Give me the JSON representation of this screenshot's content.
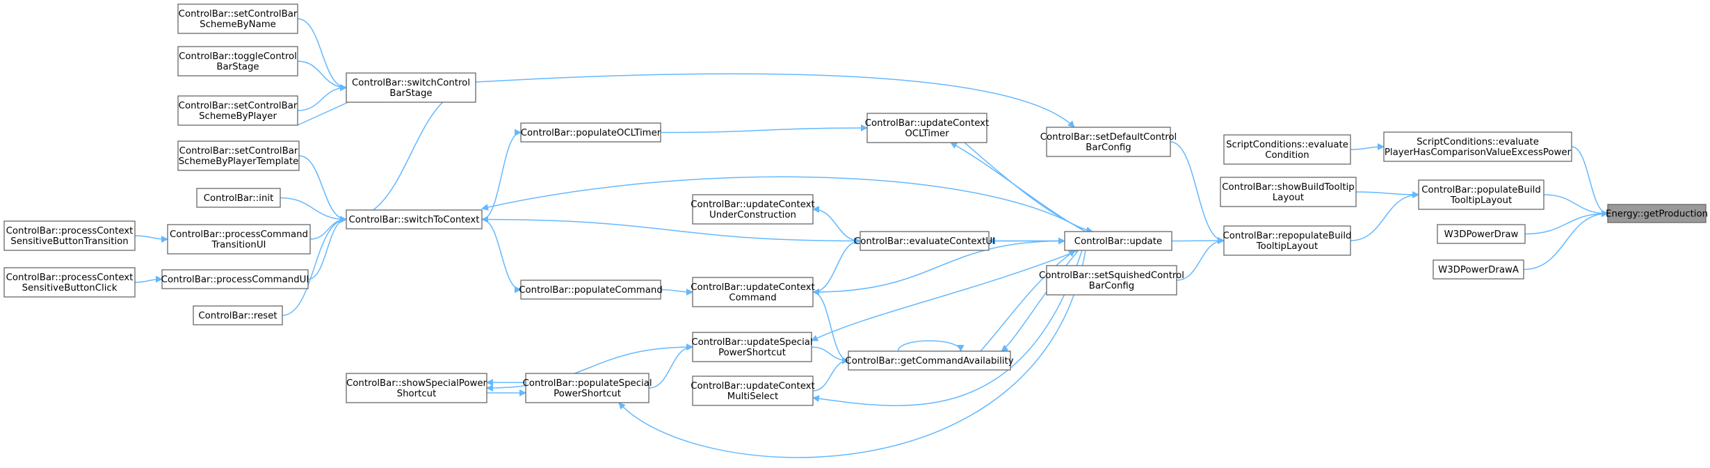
{
  "diagram": {
    "type": "call-graph",
    "edge_color": "#63b8ff",
    "root_fill": "#999999",
    "root_node": "getproduction",
    "nodes": [
      {
        "id": "getproduction",
        "lines": [
          "Energy::getProduction"
        ]
      },
      {
        "id": "evalplayercomp",
        "lines": [
          "ScriptConditions::evaluate",
          "PlayerHasComparisonValueExcessPower"
        ]
      },
      {
        "id": "evalcond",
        "lines": [
          "ScriptConditions::evaluate",
          "Condition"
        ]
      },
      {
        "id": "populatebuild",
        "lines": [
          "ControlBar::populateBuild",
          "TooltipLayout"
        ]
      },
      {
        "id": "showbuild",
        "lines": [
          "ControlBar::showBuildTooltip",
          "Layout"
        ]
      },
      {
        "id": "repopbuild",
        "lines": [
          "ControlBar::repopulateBuild",
          "TooltipLayout"
        ]
      },
      {
        "id": "w3dpd",
        "lines": [
          "W3DPowerDraw"
        ]
      },
      {
        "id": "w3dpda",
        "lines": [
          "W3DPowerDrawA"
        ]
      },
      {
        "id": "update",
        "lines": [
          "ControlBar::update"
        ]
      },
      {
        "id": "setdefault",
        "lines": [
          "ControlBar::setDefaultControl",
          "BarConfig"
        ]
      },
      {
        "id": "setsquished",
        "lines": [
          "ControlBar::setSquishedControl",
          "BarConfig"
        ]
      },
      {
        "id": "updocltimer",
        "lines": [
          "ControlBar::updateContext",
          "OCLTimer"
        ]
      },
      {
        "id": "popocltimer",
        "lines": [
          "ControlBar::populateOCLTimer"
        ]
      },
      {
        "id": "upduc",
        "lines": [
          "ControlBar::updateContext",
          "UnderConstruction"
        ]
      },
      {
        "id": "evalctx",
        "lines": [
          "ControlBar::evaluateContextUI"
        ]
      },
      {
        "id": "updcmd",
        "lines": [
          "ControlBar::updateContext",
          "Command"
        ]
      },
      {
        "id": "popcmd",
        "lines": [
          "ControlBar::populateCommand"
        ]
      },
      {
        "id": "updsps",
        "lines": [
          "ControlBar::updateSpecial",
          "PowerShortcut"
        ]
      },
      {
        "id": "getcmdavail",
        "lines": [
          "ControlBar::getCommandAvailability"
        ]
      },
      {
        "id": "updms",
        "lines": [
          "ControlBar::updateContext",
          "MultiSelect"
        ]
      },
      {
        "id": "popsps",
        "lines": [
          "ControlBar::populateSpecial",
          "PowerShortcut"
        ]
      },
      {
        "id": "showsps",
        "lines": [
          "ControlBar::showSpecialPower",
          "Shortcut"
        ]
      },
      {
        "id": "switchctx",
        "lines": [
          "ControlBar::switchToContext"
        ]
      },
      {
        "id": "switchstage",
        "lines": [
          "ControlBar::switchControl",
          "BarStage"
        ]
      },
      {
        "id": "setbyname",
        "lines": [
          "ControlBar::setControlBar",
          "SchemeByName"
        ]
      },
      {
        "id": "togglestage",
        "lines": [
          "ControlBar::toggleControl",
          "BarStage"
        ]
      },
      {
        "id": "setbyplayer",
        "lines": [
          "ControlBar::setControlBar",
          "SchemeByPlayer"
        ]
      },
      {
        "id": "setbytemplate",
        "lines": [
          "ControlBar::setControlBar",
          "SchemeByPlayerTemplate"
        ]
      },
      {
        "id": "init",
        "lines": [
          "ControlBar::init"
        ]
      },
      {
        "id": "proccmdtrans",
        "lines": [
          "ControlBar::processCommand",
          "TransitionUI"
        ]
      },
      {
        "id": "proccmdui",
        "lines": [
          "ControlBar::processCommandUI"
        ]
      },
      {
        "id": "reset",
        "lines": [
          "ControlBar::reset"
        ]
      },
      {
        "id": "procctxtrans",
        "lines": [
          "ControlBar::processContext",
          "SensitiveButtonTransition"
        ]
      },
      {
        "id": "procctxclick",
        "lines": [
          "ControlBar::processContext",
          "SensitiveButtonClick"
        ]
      }
    ],
    "edges": [
      {
        "from": "evalplayercomp",
        "to": "getproduction"
      },
      {
        "from": "populatebuild",
        "to": "getproduction"
      },
      {
        "from": "w3dpd",
        "to": "getproduction"
      },
      {
        "from": "w3dpda",
        "to": "getproduction"
      },
      {
        "from": "evalcond",
        "to": "evalplayercomp"
      },
      {
        "from": "showbuild",
        "to": "populatebuild"
      },
      {
        "from": "repopbuild",
        "to": "populatebuild"
      },
      {
        "from": "update",
        "to": "repopbuild"
      },
      {
        "from": "setdefault",
        "to": "repopbuild"
      },
      {
        "from": "setsquished",
        "to": "repopbuild"
      },
      {
        "from": "switchstage",
        "to": "setdefault"
      },
      {
        "from": "update",
        "to": "updocltimer"
      },
      {
        "from": "update",
        "to": "switchctx"
      },
      {
        "from": "update",
        "to": "evalctx"
      },
      {
        "from": "update",
        "to": "updcmd"
      },
      {
        "from": "update",
        "to": "updsps"
      },
      {
        "from": "update",
        "to": "getcmdavail"
      },
      {
        "from": "update",
        "to": "updms"
      },
      {
        "from": "update",
        "to": "popsps"
      },
      {
        "from": "updocltimer",
        "to": "update"
      },
      {
        "from": "evalctx",
        "to": "update"
      },
      {
        "from": "getcmdavail",
        "to": "update"
      },
      {
        "from": "popocltimer",
        "to": "updocltimer"
      },
      {
        "from": "switchctx",
        "to": "popocltimer"
      },
      {
        "from": "evalctx",
        "to": "upduc"
      },
      {
        "from": "evalctx",
        "to": "switchctx"
      },
      {
        "from": "updcmd",
        "to": "evalctx"
      },
      {
        "from": "popcmd",
        "to": "updcmd"
      },
      {
        "from": "switchctx",
        "to": "popcmd"
      },
      {
        "from": "updcmd",
        "to": "getcmdavail"
      },
      {
        "from": "updsps",
        "to": "getcmdavail"
      },
      {
        "from": "updms",
        "to": "getcmdavail"
      },
      {
        "from": "getcmdavail",
        "to": "getcmdavail"
      },
      {
        "from": "popsps",
        "to": "updsps"
      },
      {
        "from": "updsps",
        "to": "showsps"
      },
      {
        "from": "showsps",
        "to": "popsps"
      },
      {
        "from": "popsps",
        "to": "showsps"
      },
      {
        "from": "switchstage",
        "to": "switchctx"
      },
      {
        "from": "setbyname",
        "to": "switchstage"
      },
      {
        "from": "togglestage",
        "to": "switchstage"
      },
      {
        "from": "setbyplayer",
        "to": "switchstage"
      },
      {
        "from": "setbyplayer",
        "to": "switchctx"
      },
      {
        "from": "setbytemplate",
        "to": "switchctx"
      },
      {
        "from": "init",
        "to": "switchctx"
      },
      {
        "from": "proccmdtrans",
        "to": "switchctx"
      },
      {
        "from": "proccmdui",
        "to": "switchctx"
      },
      {
        "from": "reset",
        "to": "switchctx"
      },
      {
        "from": "procctxtrans",
        "to": "proccmdtrans"
      },
      {
        "from": "procctxclick",
        "to": "proccmdui"
      }
    ]
  }
}
